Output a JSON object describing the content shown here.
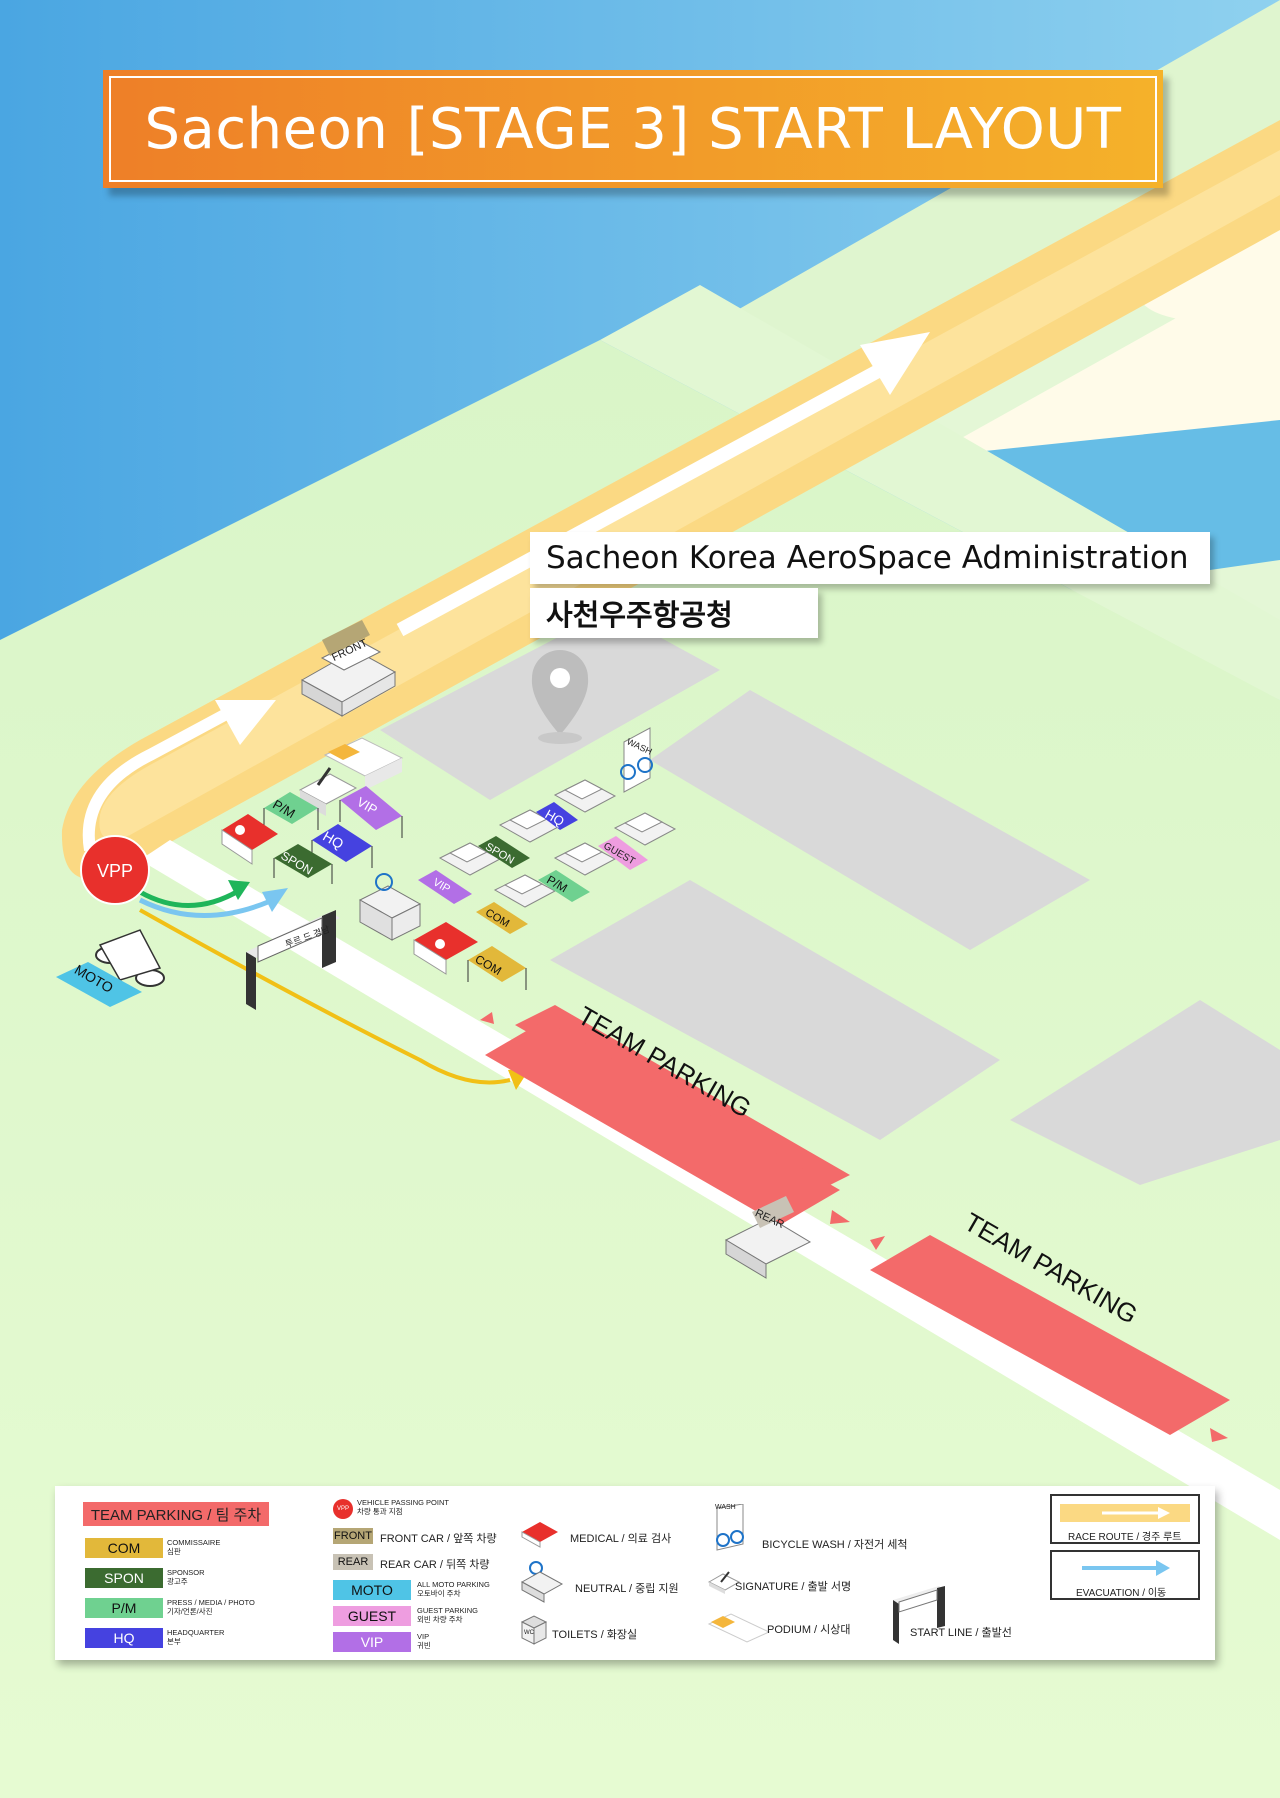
{
  "title": "Sacheon [STAGE 3] START LAYOUT",
  "venue": {
    "name_en": "Sacheon Korea AeroSpace Administration",
    "name_ko": "사천우주항공청"
  },
  "map_labels": {
    "vpp": "VPP",
    "moto": "MOTO",
    "front": "FRONT",
    "rear": "REAR",
    "wash": "WASH",
    "team_parking_1": "TEAM PARKING",
    "team_parking_2": "TEAM PARKING",
    "pm": "P/M",
    "vip": "VIP",
    "hq": "HQ",
    "spon": "SPON",
    "com": "COM",
    "guest": "GUEST",
    "gate_sign": "투르 드 경남"
  },
  "colors": {
    "sea": "#5ab5e6",
    "land": "#dff7c8",
    "route": "#fbd983",
    "team_parking": "#f36a6a",
    "com": "#e2b83a",
    "spon": "#3b6b30",
    "pm": "#6fd190",
    "hq": "#4542e0",
    "moto": "#4fc4e6",
    "guest": "#ee9de0",
    "vip": "#b26fe6",
    "front": "#b5a675",
    "rear": "#c8c2b5",
    "vpp": "#e8302c"
  },
  "legend": {
    "team_parking": "TEAM PARKING / 팀 주차",
    "com": {
      "label": "COM",
      "desc_en": "COMMISSAIRE",
      "desc_ko": "심판"
    },
    "spon": {
      "label": "SPON",
      "desc_en": "SPONSOR",
      "desc_ko": "광고주"
    },
    "pm": {
      "label": "P/M",
      "desc_en": "PRESS / MEDIA / PHOTO",
      "desc_ko": "기자/언론/사진"
    },
    "hq": {
      "label": "HQ",
      "desc_en": "HEADQUARTER",
      "desc_ko": "본부"
    },
    "vpp": {
      "label": "VPP",
      "desc_en": "VEHICLE PASSING POINT",
      "desc_ko": "차량 통과 지점"
    },
    "front": {
      "label": "FRONT",
      "desc": "FRONT CAR / 앞쪽 차량"
    },
    "rear": {
      "label": "REAR",
      "desc": "REAR CAR / 뒤쪽 차량"
    },
    "moto": {
      "label": "MOTO",
      "desc_en": "ALL MOTO PARKING",
      "desc_ko": "오토바이 주차"
    },
    "guest": {
      "label": "GUEST",
      "desc_en": "GUEST PARKING",
      "desc_ko": "외빈 차량 주차"
    },
    "vip": {
      "label": "VIP",
      "desc_en": "VIP",
      "desc_ko": "귀빈"
    },
    "medical": "MEDICAL / 의료 검사",
    "neutral": "NEUTRAL / 중립 지원",
    "toilets": "TOILETS / 화장실",
    "wc": "WC",
    "bicycle_wash": "BICYCLE WASH / 자전거 세척",
    "signature": "SIGNATURE / 출발 서명",
    "podium": "PODIUM / 시상대",
    "start_line": "START LINE / 출발선",
    "race_route": "RACE ROUTE / 경주 루트",
    "evacuation": "EVACUATION / 이동"
  }
}
